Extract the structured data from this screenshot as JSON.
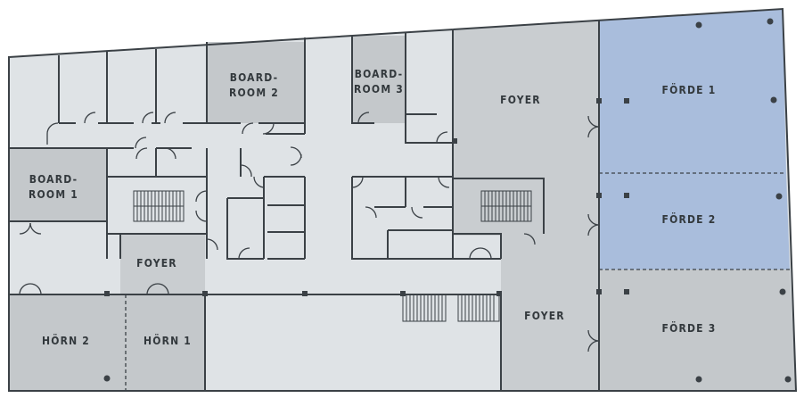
{
  "colors": {
    "floor_light": "#dfe3e6",
    "room_mid": "#c9cdd0",
    "room_dark": "#bdc1c4",
    "selected_room": "#a9bddc",
    "wall": "#3b4146"
  },
  "rooms": {
    "boardroom2": [
      "BOARD-",
      "ROOM 2"
    ],
    "boardroom3": [
      "BOARD-",
      "ROOM 3"
    ],
    "boardroom1": [
      "BOARD-",
      "ROOM 1"
    ],
    "foyer_top": "FOYER",
    "foyer_left": "FOYER",
    "foyer_bottom": "FOYER",
    "forde1": "FÖRDE 1",
    "forde2": "FÖRDE 2",
    "forde3": "FÖRDE 3",
    "horn2": "HÖRN 2",
    "horn1": "HÖRN 1"
  },
  "selected_rooms": [
    "FÖRDE 1",
    "FÖRDE 2"
  ]
}
